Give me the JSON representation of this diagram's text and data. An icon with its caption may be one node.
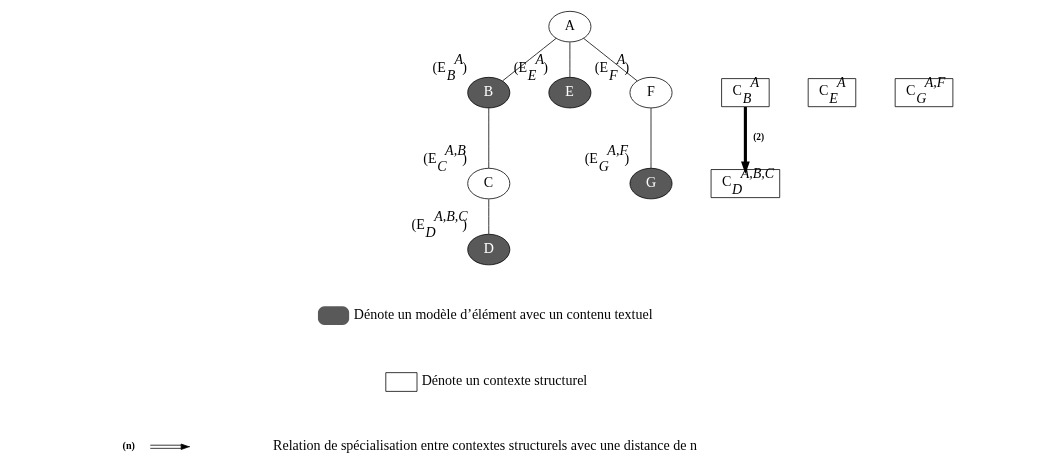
{
  "diagram": {
    "nodes": [
      {
        "text": [
          "A"
        ]
      },
      {
        "text": [
          "B"
        ],
        "beside": [
          "(E$_{B}$$^{A}$)"
        ]
      },
      {
        "text": [
          "E"
        ],
        "beside": [
          "(E$_{E}$$^{A}$)"
        ]
      },
      {
        "text": [
          "F"
        ],
        "beside": [
          "(E$_{F}$$^{A}$)"
        ]
      },
      {
        "text": [
          "C"
        ],
        "beside": [
          "(E$_{C}$$^{A,B}$)"
        ]
      },
      {
        "text": [
          "G"
        ],
        "beside": [
          "(E$_{G}$$^{A,F}$)"
        ]
      },
      {
        "text": [
          "D"
        ],
        "beside": [
          "(E$_{D}$$^{A,B,C}$)"
        ]
      },
      {
        "text": [
          "C$_{B}$$^{A}$"
        ]
      },
      {
        "text": [
          "C$_{E}$$^{A}$"
        ]
      },
      {
        "text": [
          "C$_{G}$$^{A,F}$"
        ]
      },
      {
        "text": [
          "C$_{D}$$^{A,B,C}$"
        ]
      }
    ],
    "edges": [
      {
        "from": 0,
        "to": 1,
        "arrow": "none"
      },
      {
        "from": 0,
        "to": 2,
        "arrow": "none"
      },
      {
        "from": 0,
        "to": 3,
        "arrow": "none"
      },
      {
        "from": 1,
        "to": 4,
        "arrow": "none"
      },
      {
        "from": 3,
        "to": 5,
        "arrow": "none"
      },
      {
        "from": 4,
        "to": 6,
        "arrow": "none"
      },
      {
        "from": 7,
        "to": 10,
        "arrow": "to",
        "label": "(2)",
        "style": "thick"
      }
    ],
    "labels": [
      "(n)"
    ],
    "legend": [
      {
        "text": "Dénote un modèle d’élément avec un contenu textuel",
        "color": "#595959"
      },
      {
        "text": "Dénote un contexte structurel"
      },
      {
        "text": "Relation de spécialisation entre contextes structurels avec une distance de n"
      }
    ]
  }
}
